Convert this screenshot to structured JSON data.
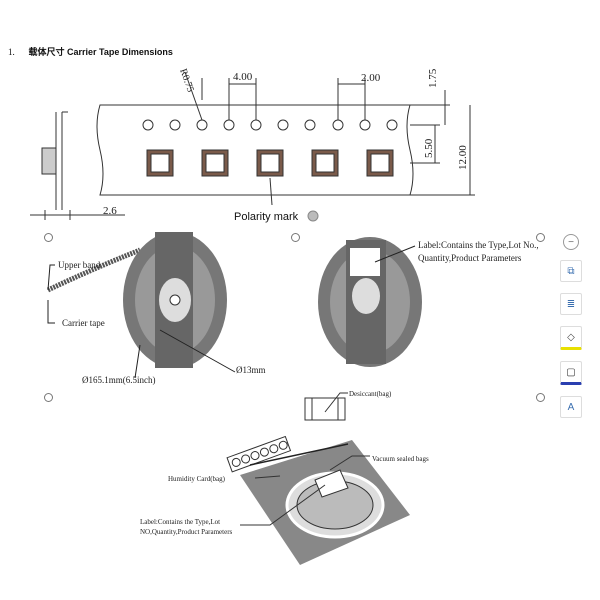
{
  "document": {
    "list_number": "1.",
    "heading": "载体尺寸 Carrier Tape Dimensions"
  },
  "figure": {
    "dimensions": {
      "radius": "R0.75",
      "pitch": "4.00",
      "hole_offset": "2.00",
      "edge": "1.75",
      "center": "5.50",
      "width": "12.00",
      "thickness": "2.6"
    },
    "polarity_mark": "Polarity mark",
    "reel": {
      "upper_band": "Upper band",
      "carrier_tape": "Carrier tape",
      "diameter": "Ø165.1mm(6.5inch)",
      "hub": "Ø13mm",
      "label_line1": "Label:Contains  the Type,Lot No.,",
      "label_line2": "Quantity,Product Parameters"
    },
    "packing": {
      "desiccant": "Desiccant(bag)",
      "humidity_card": "Humidity Card(bag)",
      "vacuum_bag": "Vacuum sealed bags",
      "label_line1": "Label:Contains the Type,Lot",
      "label_line2": "NO,Quantity,Product Parameters"
    }
  },
  "toolbar": {
    "collapse": "−",
    "items": [
      {
        "name": "layout-options",
        "glyph": "⧉"
      },
      {
        "name": "text-wrap",
        "glyph": "≣"
      },
      {
        "name": "fill-color",
        "glyph": "◇"
      },
      {
        "name": "border",
        "glyph": "▢"
      },
      {
        "name": "caption",
        "glyph": "A"
      }
    ]
  }
}
